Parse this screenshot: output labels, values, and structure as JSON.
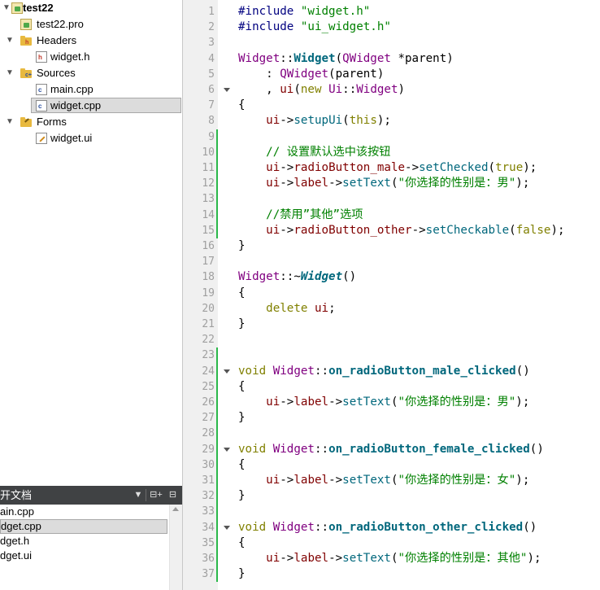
{
  "project_tree": {
    "items": [
      {
        "label": "test22",
        "bold": true,
        "icon": "project-icon",
        "arrow": "▼",
        "level": 0
      },
      {
        "label": "test22.pro",
        "icon": "pro-file-icon",
        "level": 1
      },
      {
        "label": "Headers",
        "icon": "headers-folder-icon",
        "arrow": "▼",
        "level": 1
      },
      {
        "label": "widget.h",
        "icon": "header-file-icon",
        "level": 2
      },
      {
        "label": "Sources",
        "icon": "sources-folder-icon",
        "arrow": "▼",
        "level": 1
      },
      {
        "label": "main.cpp",
        "icon": "cpp-file-icon",
        "level": 2
      },
      {
        "label": "widget.cpp",
        "icon": "cpp-file-icon",
        "level": 2,
        "selected": true
      },
      {
        "label": "Forms",
        "icon": "forms-folder-icon",
        "arrow": "▼",
        "level": 1
      },
      {
        "label": "widget.ui",
        "icon": "ui-file-icon",
        "level": 2
      }
    ]
  },
  "open_documents": {
    "title": "开文档",
    "dropdown_icon": "▼",
    "split_icon": "⊟+",
    "close_icon": "⊟",
    "items": [
      {
        "label": "ain.cpp"
      },
      {
        "label": "dget.cpp",
        "selected": true
      },
      {
        "label": "dget.h"
      },
      {
        "label": "dget.ui"
      }
    ]
  },
  "editor": {
    "line_numbers": [
      "1",
      "2",
      "3",
      "4",
      "5",
      "6",
      "7",
      "8",
      "9",
      "10",
      "11",
      "12",
      "13",
      "14",
      "15",
      "16",
      "17",
      "18",
      "19",
      "20",
      "21",
      "22",
      "23",
      "24",
      "25",
      "26",
      "27",
      "28",
      "29",
      "30",
      "31",
      "32",
      "33",
      "34",
      "35",
      "36",
      "37"
    ],
    "fold_lines": [
      6,
      24,
      29,
      34
    ],
    "modified_ranges": [
      [
        9,
        15
      ],
      [
        23,
        37
      ]
    ],
    "lines": [
      [
        [
          "pp",
          "#include "
        ],
        [
          "str",
          "\"widget.h\""
        ]
      ],
      [
        [
          "pp",
          "#include "
        ],
        [
          "str",
          "\"ui_widget.h\""
        ]
      ],
      [],
      [
        [
          "cls",
          "Widget"
        ],
        [
          "",
          "::"
        ],
        [
          "fnb",
          "Widget"
        ],
        [
          "",
          "("
        ],
        [
          "cls",
          "QWidget"
        ],
        [
          "",
          " *parent)"
        ]
      ],
      [
        [
          "",
          "    : "
        ],
        [
          "cls",
          "QWidget"
        ],
        [
          "",
          "(parent)"
        ]
      ],
      [
        [
          "",
          "    , "
        ],
        [
          "mem",
          "ui"
        ],
        [
          "",
          "("
        ],
        [
          "kw",
          "new "
        ],
        [
          "cls",
          "Ui"
        ],
        [
          "",
          "::"
        ],
        [
          "cls",
          "Widget"
        ],
        [
          "",
          ")"
        ]
      ],
      [
        [
          "",
          "{"
        ]
      ],
      [
        [
          "",
          "    "
        ],
        [
          "mem",
          "ui"
        ],
        [
          "",
          "->"
        ],
        [
          "fn",
          "setupUi"
        ],
        [
          "",
          "("
        ],
        [
          "kw",
          "this"
        ],
        [
          "",
          ");"
        ]
      ],
      [],
      [
        [
          "cm",
          "    // 设置默认选中该按钮"
        ]
      ],
      [
        [
          "",
          "    "
        ],
        [
          "mem",
          "ui"
        ],
        [
          "",
          "->"
        ],
        [
          "mem",
          "radioButton_male"
        ],
        [
          "",
          "->"
        ],
        [
          "fn",
          "setChecked"
        ],
        [
          "",
          "("
        ],
        [
          "kw",
          "true"
        ],
        [
          "",
          ");"
        ]
      ],
      [
        [
          "",
          "    "
        ],
        [
          "mem",
          "ui"
        ],
        [
          "",
          "->"
        ],
        [
          "mem",
          "label"
        ],
        [
          "",
          "->"
        ],
        [
          "fn",
          "setText"
        ],
        [
          "",
          "("
        ],
        [
          "str",
          "\"你选择的性别是：男\""
        ],
        [
          "",
          ");"
        ]
      ],
      [],
      [
        [
          "cm",
          "    //禁用”其他”选项"
        ]
      ],
      [
        [
          "",
          "    "
        ],
        [
          "mem",
          "ui"
        ],
        [
          "",
          "->"
        ],
        [
          "mem",
          "radioButton_other"
        ],
        [
          "",
          "->"
        ],
        [
          "fn",
          "setCheckable"
        ],
        [
          "",
          "("
        ],
        [
          "kw",
          "false"
        ],
        [
          "",
          ");"
        ]
      ],
      [
        [
          "",
          "}"
        ]
      ],
      [],
      [
        [
          "cls",
          "Widget"
        ],
        [
          "",
          "::~"
        ],
        [
          "fnbi",
          "Widget"
        ],
        [
          "",
          "()"
        ]
      ],
      [
        [
          "",
          "{"
        ]
      ],
      [
        [
          "",
          "    "
        ],
        [
          "kw",
          "delete "
        ],
        [
          "mem",
          "ui"
        ],
        [
          "",
          ";"
        ]
      ],
      [
        [
          "",
          "}"
        ]
      ],
      [],
      [],
      [
        [
          "kw",
          "void "
        ],
        [
          "cls",
          "Widget"
        ],
        [
          "",
          "::"
        ],
        [
          "fnb",
          "on_radioButton_male_clicked"
        ],
        [
          "",
          "()"
        ]
      ],
      [
        [
          "",
          "{"
        ]
      ],
      [
        [
          "",
          "    "
        ],
        [
          "mem",
          "ui"
        ],
        [
          "",
          "->"
        ],
        [
          "mem",
          "label"
        ],
        [
          "",
          "->"
        ],
        [
          "fn",
          "setText"
        ],
        [
          "",
          "("
        ],
        [
          "str",
          "\"你选择的性别是：男\""
        ],
        [
          "",
          ");"
        ]
      ],
      [
        [
          "",
          "}"
        ]
      ],
      [],
      [
        [
          "kw",
          "void "
        ],
        [
          "cls",
          "Widget"
        ],
        [
          "",
          "::"
        ],
        [
          "fnb",
          "on_radioButton_female_clicked"
        ],
        [
          "",
          "()"
        ]
      ],
      [
        [
          "",
          "{"
        ]
      ],
      [
        [
          "",
          "    "
        ],
        [
          "mem",
          "ui"
        ],
        [
          "",
          "->"
        ],
        [
          "mem",
          "label"
        ],
        [
          "",
          "->"
        ],
        [
          "fn",
          "setText"
        ],
        [
          "",
          "("
        ],
        [
          "str",
          "\"你选择的性别是：女\""
        ],
        [
          "",
          ");"
        ]
      ],
      [
        [
          "",
          "}"
        ]
      ],
      [],
      [
        [
          "kw",
          "void "
        ],
        [
          "cls",
          "Widget"
        ],
        [
          "",
          "::"
        ],
        [
          "fnb",
          "on_radioButton_other_clicked"
        ],
        [
          "",
          "()"
        ]
      ],
      [
        [
          "",
          "{"
        ]
      ],
      [
        [
          "",
          "    "
        ],
        [
          "mem",
          "ui"
        ],
        [
          "",
          "->"
        ],
        [
          "mem",
          "label"
        ],
        [
          "",
          "->"
        ],
        [
          "fn",
          "setText"
        ],
        [
          "",
          "("
        ],
        [
          "str",
          "\"你选择的性别是：其他\""
        ],
        [
          "",
          ");"
        ]
      ],
      [
        [
          "",
          "}"
        ]
      ]
    ]
  }
}
